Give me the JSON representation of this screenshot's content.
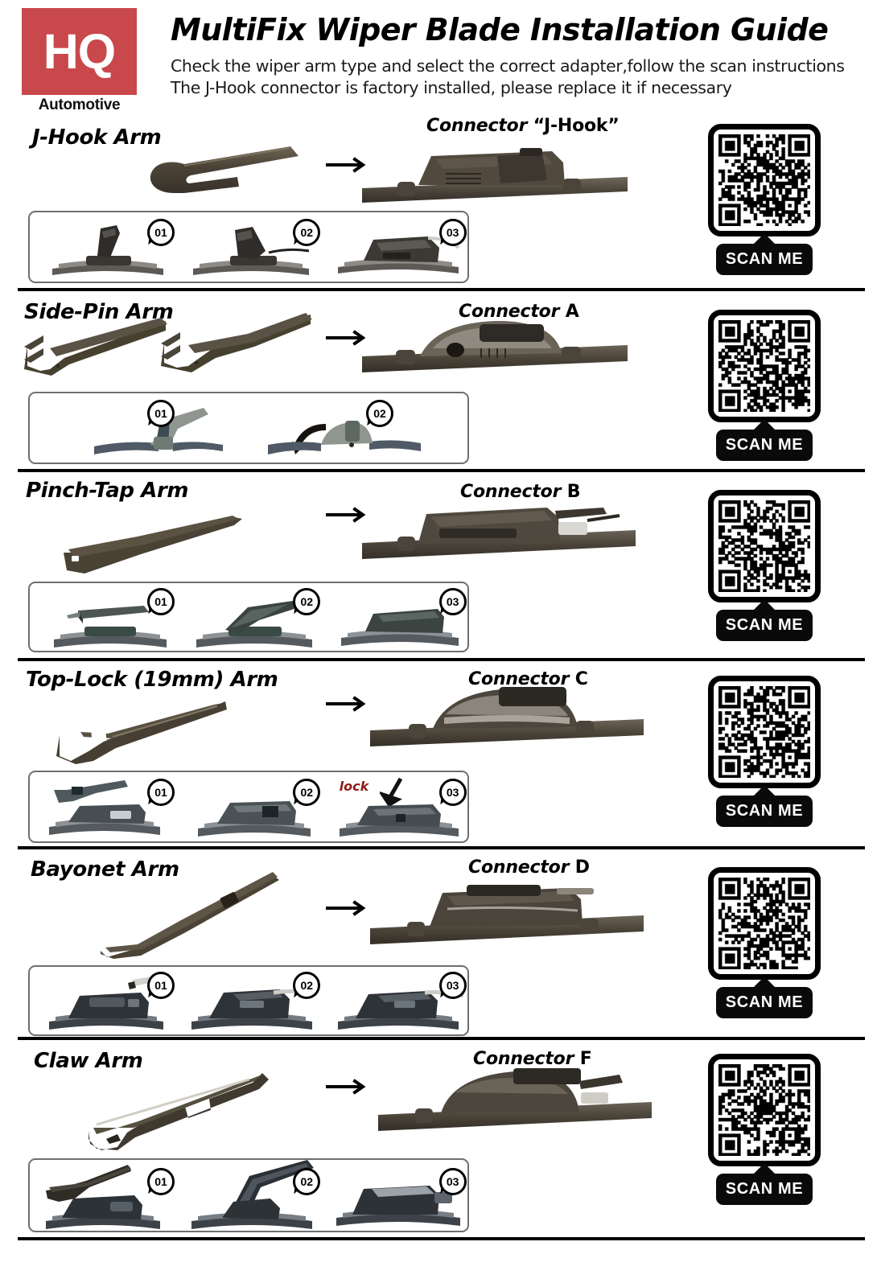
{
  "brand": {
    "logo_text": "HQ",
    "logo_subtitle": "Automotive",
    "logo_color": "#c8484c"
  },
  "header": {
    "title": "MultiFix Wiper Blade Installation Guide",
    "subtitle_line1": "Check the wiper arm type and select the correct adapter,follow the scan instructions",
    "subtitle_line2": "The J-Hook connector is factory installed, please replace it if necessary"
  },
  "scan_label": "SCAN ME",
  "accent_colors": {
    "logo_red": "#c8484c",
    "lock_red": "#8c1b18",
    "divider_black": "#000000",
    "stepbox_border": "#6d6f70"
  },
  "sections": [
    {
      "id": "j-hook",
      "arm_title": "J-Hook Arm",
      "connector_prefix": "Connector",
      "connector_code": "“J-Hook”",
      "steps": [
        "01",
        "02",
        "03"
      ],
      "annotation": null
    },
    {
      "id": "side-pin",
      "arm_title": "Side-Pin Arm",
      "connector_prefix": "Connector",
      "connector_code": "A",
      "steps": [
        "01",
        "02"
      ],
      "annotation": null
    },
    {
      "id": "pinch-tap",
      "arm_title": "Pinch-Tap Arm",
      "connector_prefix": "Connector",
      "connector_code": "B",
      "steps": [
        "01",
        "02",
        "03"
      ],
      "annotation": null
    },
    {
      "id": "top-lock",
      "arm_title": "Top-Lock (19mm) Arm",
      "connector_prefix": "Connector",
      "connector_code": "C",
      "steps": [
        "01",
        "02",
        "03"
      ],
      "annotation": "lock"
    },
    {
      "id": "bayonet",
      "arm_title": "Bayonet Arm",
      "connector_prefix": "Connector",
      "connector_code": "D",
      "steps": [
        "01",
        "02",
        "03"
      ],
      "annotation": null
    },
    {
      "id": "claw",
      "arm_title": "Claw Arm",
      "connector_prefix": "Connector",
      "connector_code": "F",
      "steps": [
        "01",
        "02",
        "03"
      ],
      "annotation": null
    }
  ]
}
